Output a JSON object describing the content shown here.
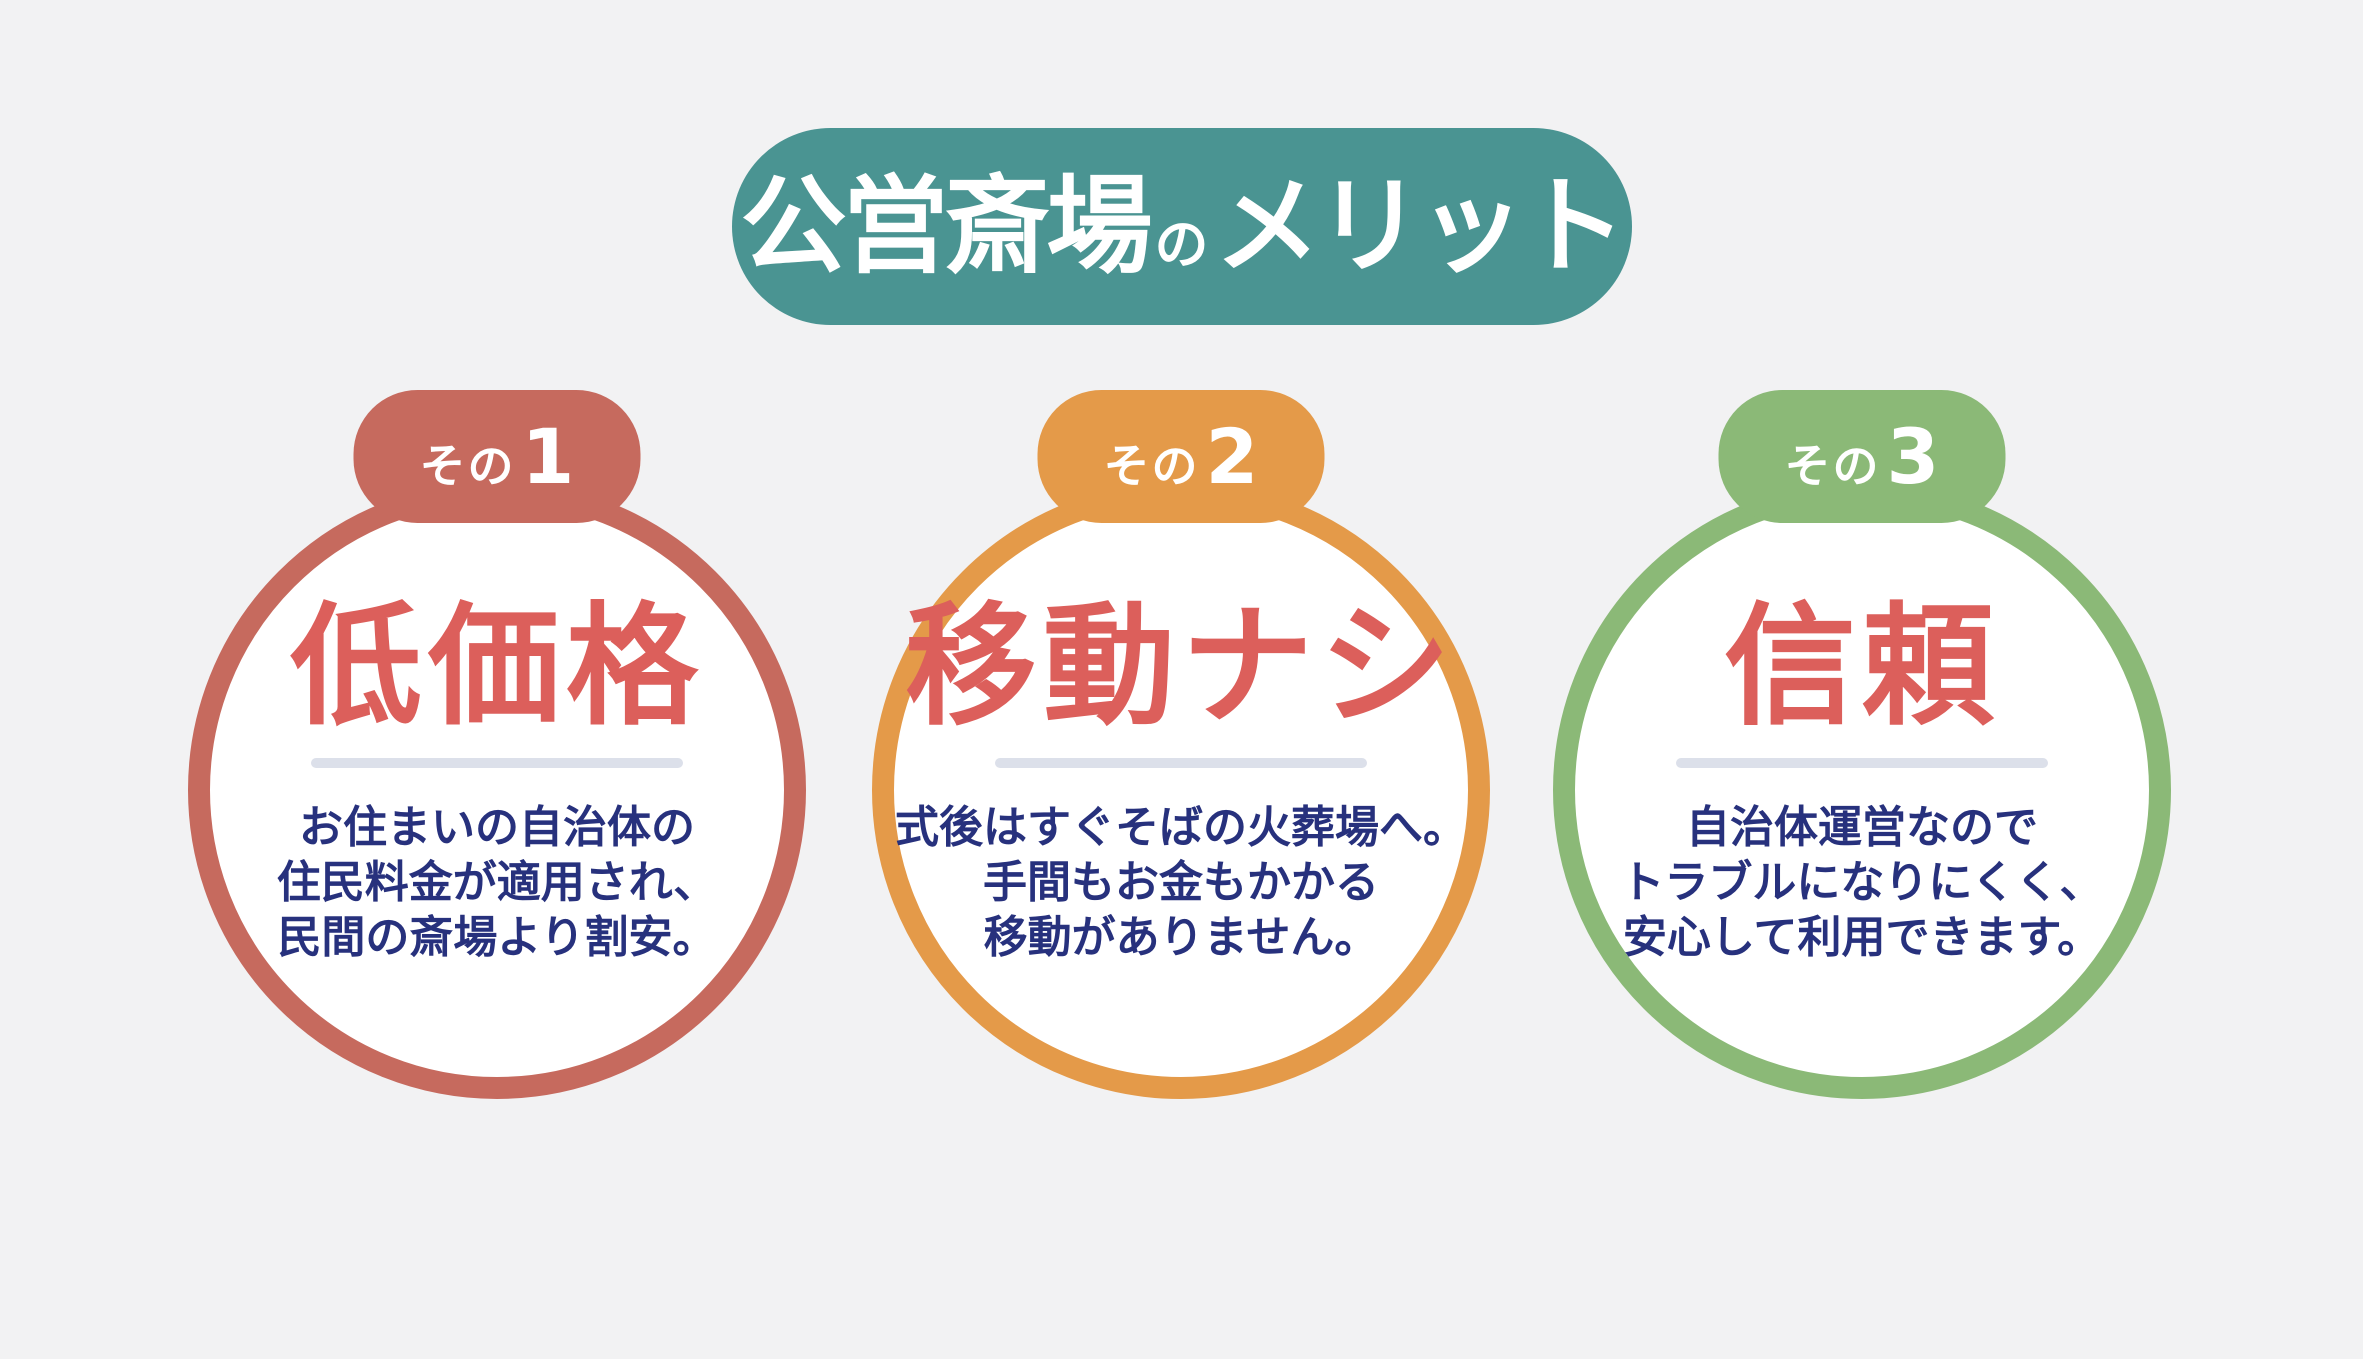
{
  "page": {
    "background_color": "#f2f2f3"
  },
  "colors": {
    "title_red": "#dc5f5b",
    "body_navy": "#27317d",
    "divider": "#dce0ea",
    "header_teal": "#4a9492",
    "card_white": "#ffffff"
  },
  "header": {
    "title_main": "公営斎場",
    "title_particle": "の",
    "title_rest": "メリット",
    "bg_color": "#4a9492",
    "text_color": "#ffffff"
  },
  "cards": [
    {
      "badge_prefix": "その",
      "badge_number": "1",
      "title": "低価格",
      "accent_color": "#c66a5e",
      "description_lines": [
        "お住まいの自治体の",
        "住民料金が適用され、",
        "民間の斎場より割安。"
      ]
    },
    {
      "badge_prefix": "その",
      "badge_number": "2",
      "title": "移動ナシ",
      "accent_color": "#e49a49",
      "description_lines": [
        "式後はすぐそばの火葬場へ。",
        "手間もお金もかかる",
        "移動がありません。"
      ]
    },
    {
      "badge_prefix": "その",
      "badge_number": "3",
      "title": "信頼",
      "accent_color": "#8bb977",
      "description_lines": [
        "自治体運営なので",
        "トラブルになりにくく、",
        "安心して利用できます。"
      ]
    }
  ]
}
